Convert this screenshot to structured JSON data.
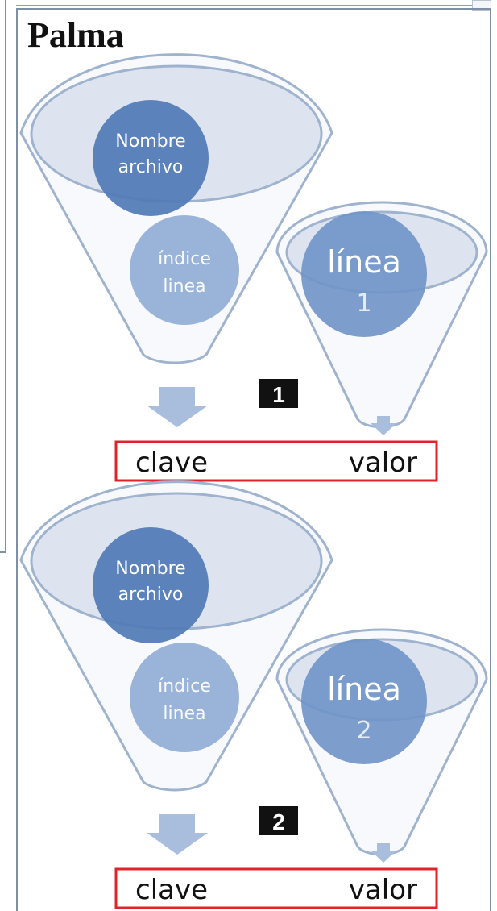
{
  "title": "Palma",
  "steps": [
    {
      "badge": "1",
      "key_circle": {
        "line1": "Nombre",
        "line2": "archivo"
      },
      "index_circle": {
        "line1": "índice",
        "line2": "linea"
      },
      "value_circle": {
        "line1": "línea",
        "line2": "1"
      },
      "key_label": "clave",
      "value_label": "valor"
    },
    {
      "badge": "2",
      "key_circle": {
        "line1": "Nombre",
        "line2": "archivo"
      },
      "index_circle": {
        "line1": "índice",
        "line2": "linea"
      },
      "value_circle": {
        "line1": "línea",
        "line2": "2"
      },
      "key_label": "clave",
      "value_label": "valor"
    }
  ],
  "colors": {
    "funnel_outline": "#9fb3cf",
    "funnel_fill": "#f7f9fc",
    "ellipse_fill": "#d6deea",
    "dark_circle": "#4f7ab5",
    "light_circle": "#8fabd4",
    "arrow": "#a9bddc",
    "kv_border": "#e0232a",
    "badge_bg": "#111111"
  },
  "icons": {
    "arrow": "down-arrow-icon"
  }
}
